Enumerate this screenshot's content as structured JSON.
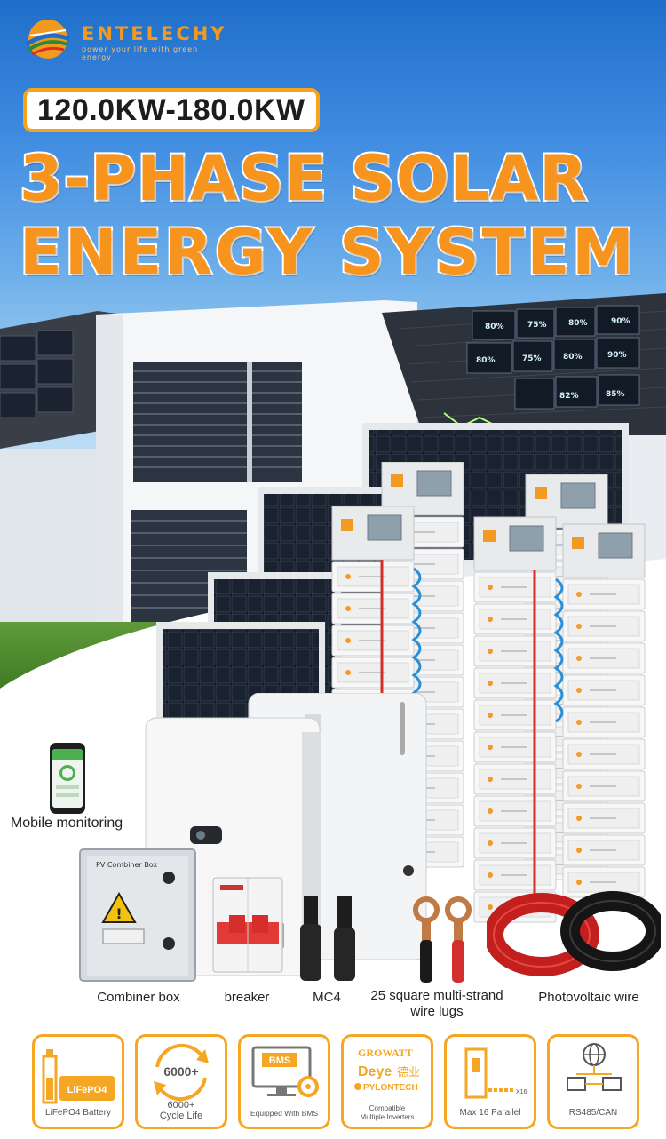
{
  "brand": {
    "name": "ENTELECHY",
    "tagline": "power your life with green energy"
  },
  "hero": {
    "power_range": "120.0KW-180.0KW",
    "title_line1": "3-PHASE SOLAR",
    "title_line2": "ENERGY SYSTEM",
    "panel_readouts": [
      "80%",
      "75%",
      "80%",
      "90%",
      "80%",
      "75%",
      "80%",
      "90%",
      "82%",
      "85%"
    ]
  },
  "components": {
    "mobile": "Mobile monitoring",
    "combiner_box_plate": "PV Combiner Box",
    "combiner_box": "Combiner box",
    "breaker": "breaker",
    "mc4": "MC4",
    "wire_lugs_line1": "25 square multi-strand",
    "wire_lugs_line2": "wire lugs",
    "pv_wire": "Photovoltaic wire"
  },
  "features": [
    {
      "icon": "battery-icon",
      "inner_text": "LiFePO4",
      "caption": "LiFePO4 Battery"
    },
    {
      "icon": "cycle-icon",
      "inner_text": "6000+",
      "caption_line1": "6000+",
      "caption_line2": "Cycle Life"
    },
    {
      "icon": "bms-monitor-icon",
      "inner_text": "BMS",
      "caption": "Equipped With BMS"
    },
    {
      "icon": "brand-logos-icon",
      "brand1": "GROWATT",
      "brand2": "Deye",
      "brand2_cn": "德业",
      "brand3": "PYLONTECH",
      "caption_line1": "Compatible",
      "caption_line2": "Multiple Inverters"
    },
    {
      "icon": "parallel-icon",
      "inner_text": "X16",
      "caption": "Max 16 Parallel"
    },
    {
      "icon": "network-icon",
      "caption": "RS485/CAN"
    }
  ],
  "colors": {
    "accent_orange": "#f7941d",
    "card_border": "#f5a623",
    "sky_top": "#1f6ec9"
  }
}
